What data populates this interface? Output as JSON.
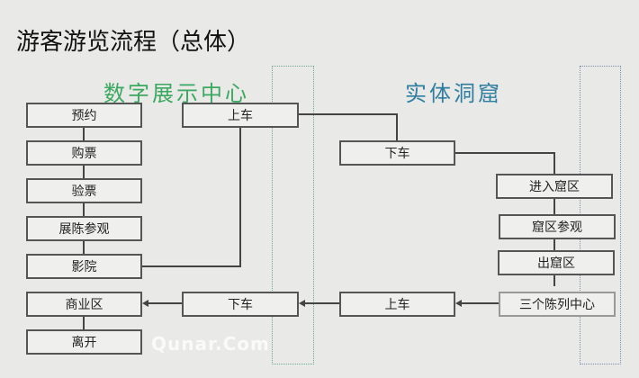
{
  "title": "游客游览流程（总体）",
  "zones": {
    "digital": "数字展示中心",
    "cave": "实体洞窟"
  },
  "colors": {
    "digital": "#3aa860",
    "cave": "#2f7ea0"
  },
  "left_steps": [
    "预约",
    "购票",
    "验票",
    "展陈参观",
    "影院",
    "商业区",
    "离开"
  ],
  "bus": {
    "board_top": "上车",
    "alight_top": "下车",
    "board_bottom": "上车",
    "alight_bottom": "下车"
  },
  "cave_steps": [
    "进入窟区",
    "窟区参观",
    "出窟区",
    "三个陈列中心"
  ],
  "watermark": "Qunar.Com"
}
